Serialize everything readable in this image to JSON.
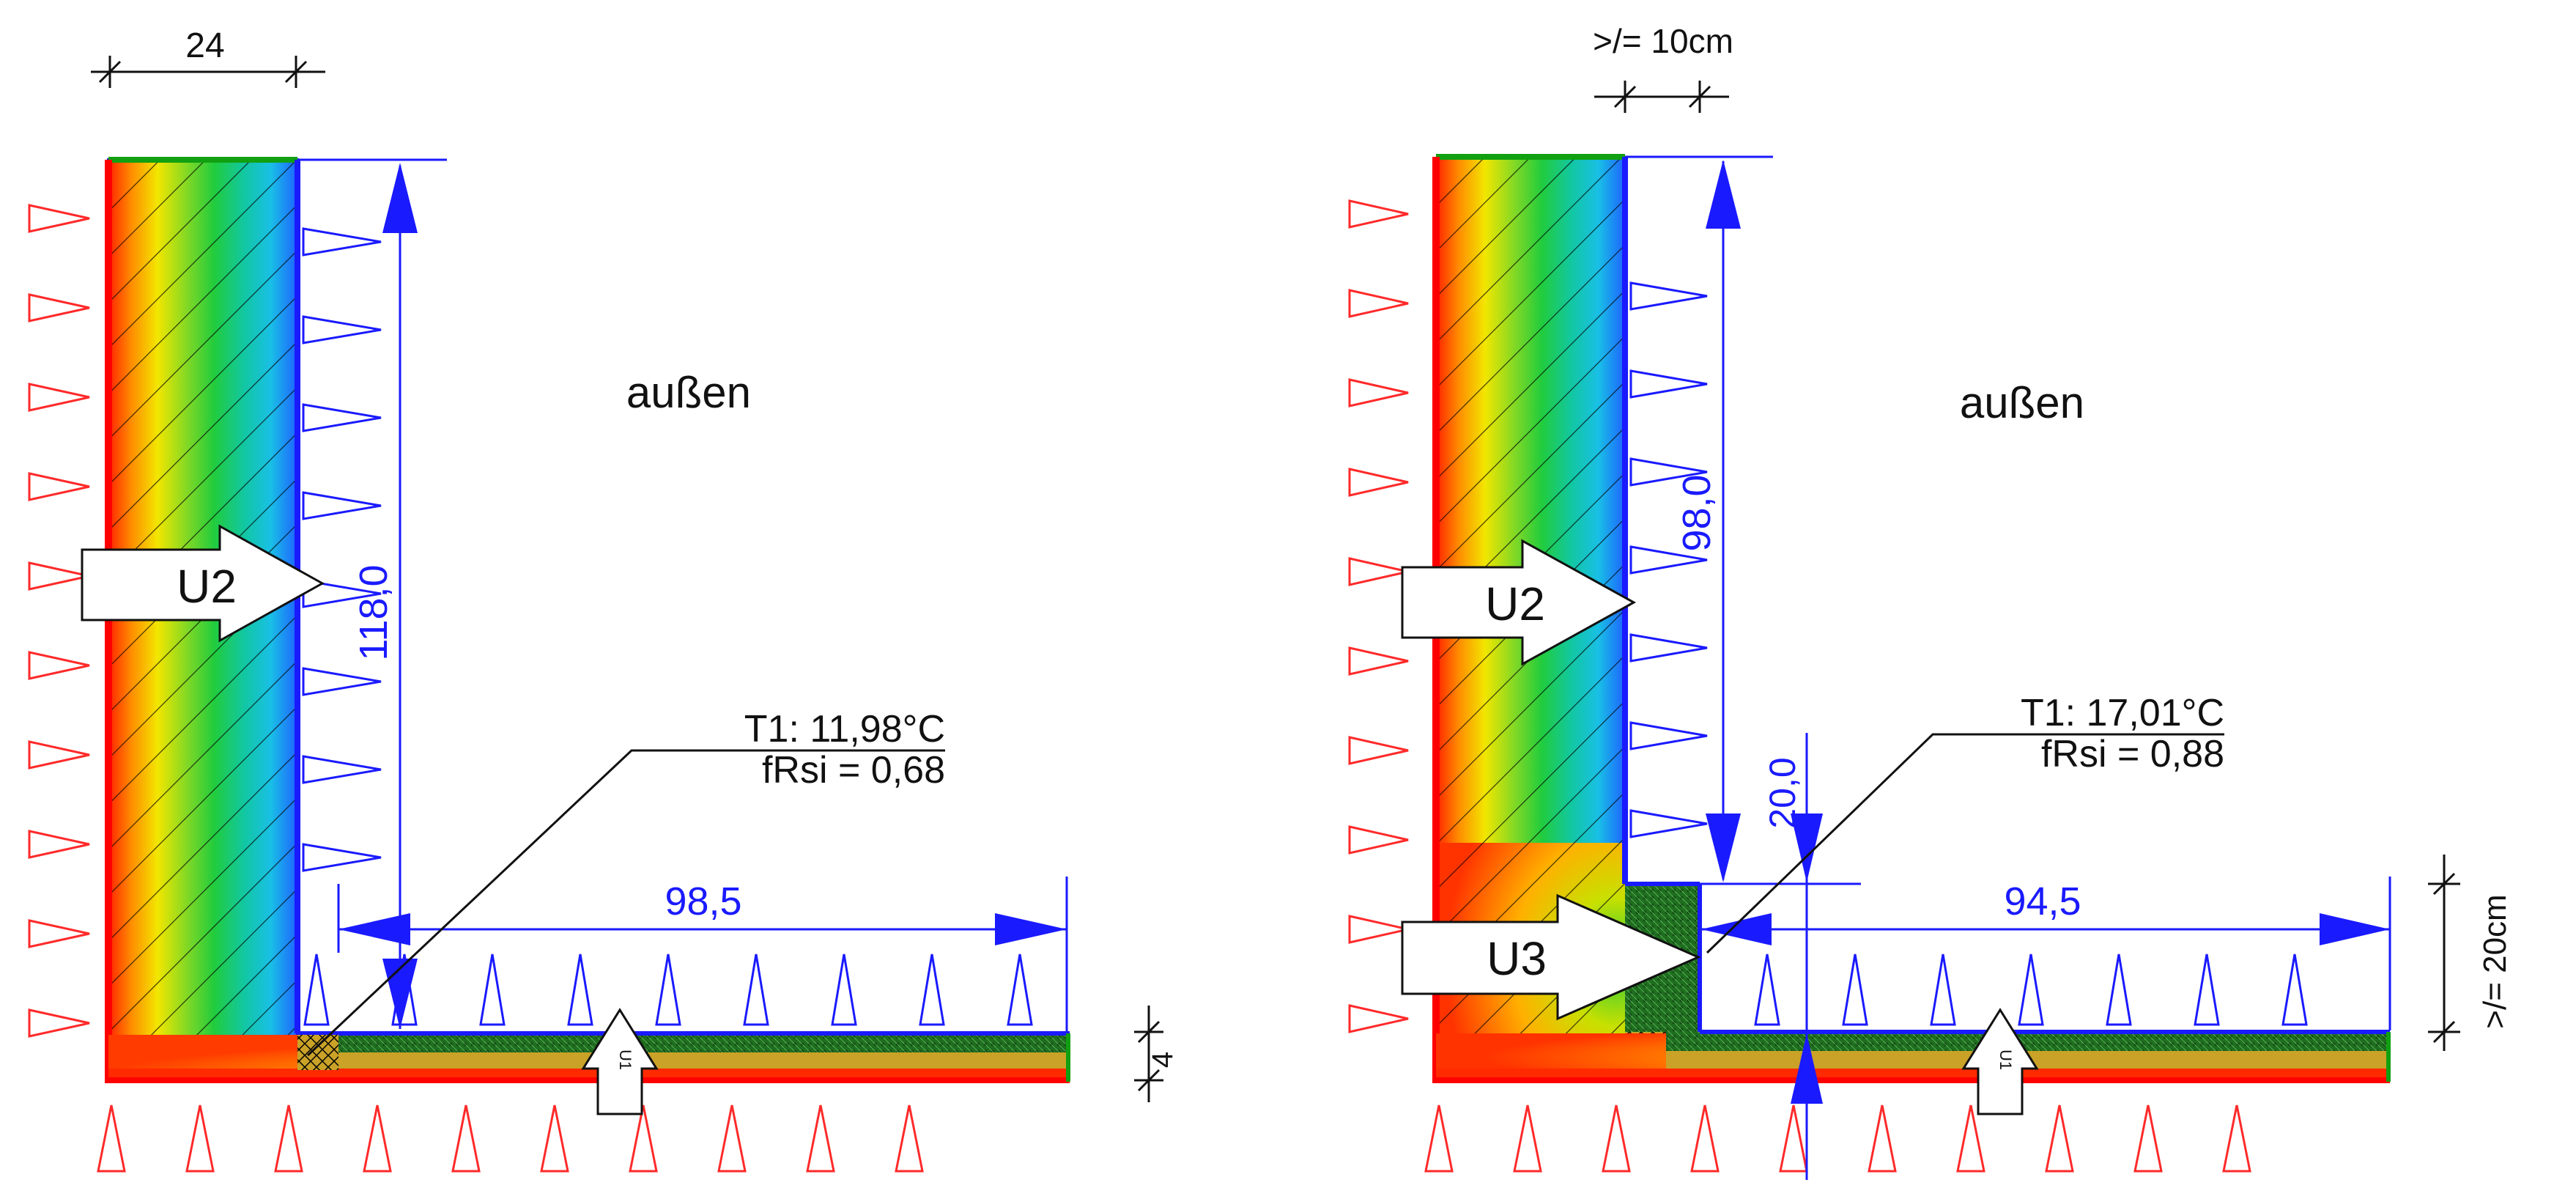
{
  "colors": {
    "interior_arrow": "#ff2a2a",
    "exterior_arrow": "#1a1aff",
    "dimension": "#1a1aff",
    "annotation": "#111111",
    "gradient": [
      "#ff2200",
      "#ff8c00",
      "#f2e600",
      "#7fd826",
      "#21cc3d",
      "#12c7a3",
      "#19bfe6",
      "#1e63ff"
    ],
    "insulation": "#1f6d1f",
    "slab_band": "#c9a227"
  },
  "icons": {
    "interior_heat_flow": "hollow-triangle-arrow-icon",
    "exterior_heat_flow": "hollow-triangle-arrow-icon",
    "u_value_marker": "block-arrow-icon",
    "dimension_tick": "slash-tick-icon"
  },
  "left_panel": {
    "wall_thickness_label": "24",
    "outside_label": "außen",
    "u2_label": "U2",
    "u1_label": "U1",
    "wall_height_label": "118,0",
    "floor_length_label": "98,5",
    "floor_thickness_label": "4",
    "t1_label": "T1: 11,98°C",
    "frsi_label": "fRsi = 0,68"
  },
  "right_panel": {
    "insulation_thickness_label": ">/= 10cm",
    "outside_label": "außen",
    "u2_label": "U2",
    "u3_label": "U3",
    "u1_label": "U1",
    "wall_height_label": "98,0",
    "offset_label": "20,0",
    "floor_length_label": "94,5",
    "min_height_label": ">/= 20cm",
    "t1_label": "T1: 17,01°C",
    "frsi_label": "fRsi = 0,88"
  }
}
